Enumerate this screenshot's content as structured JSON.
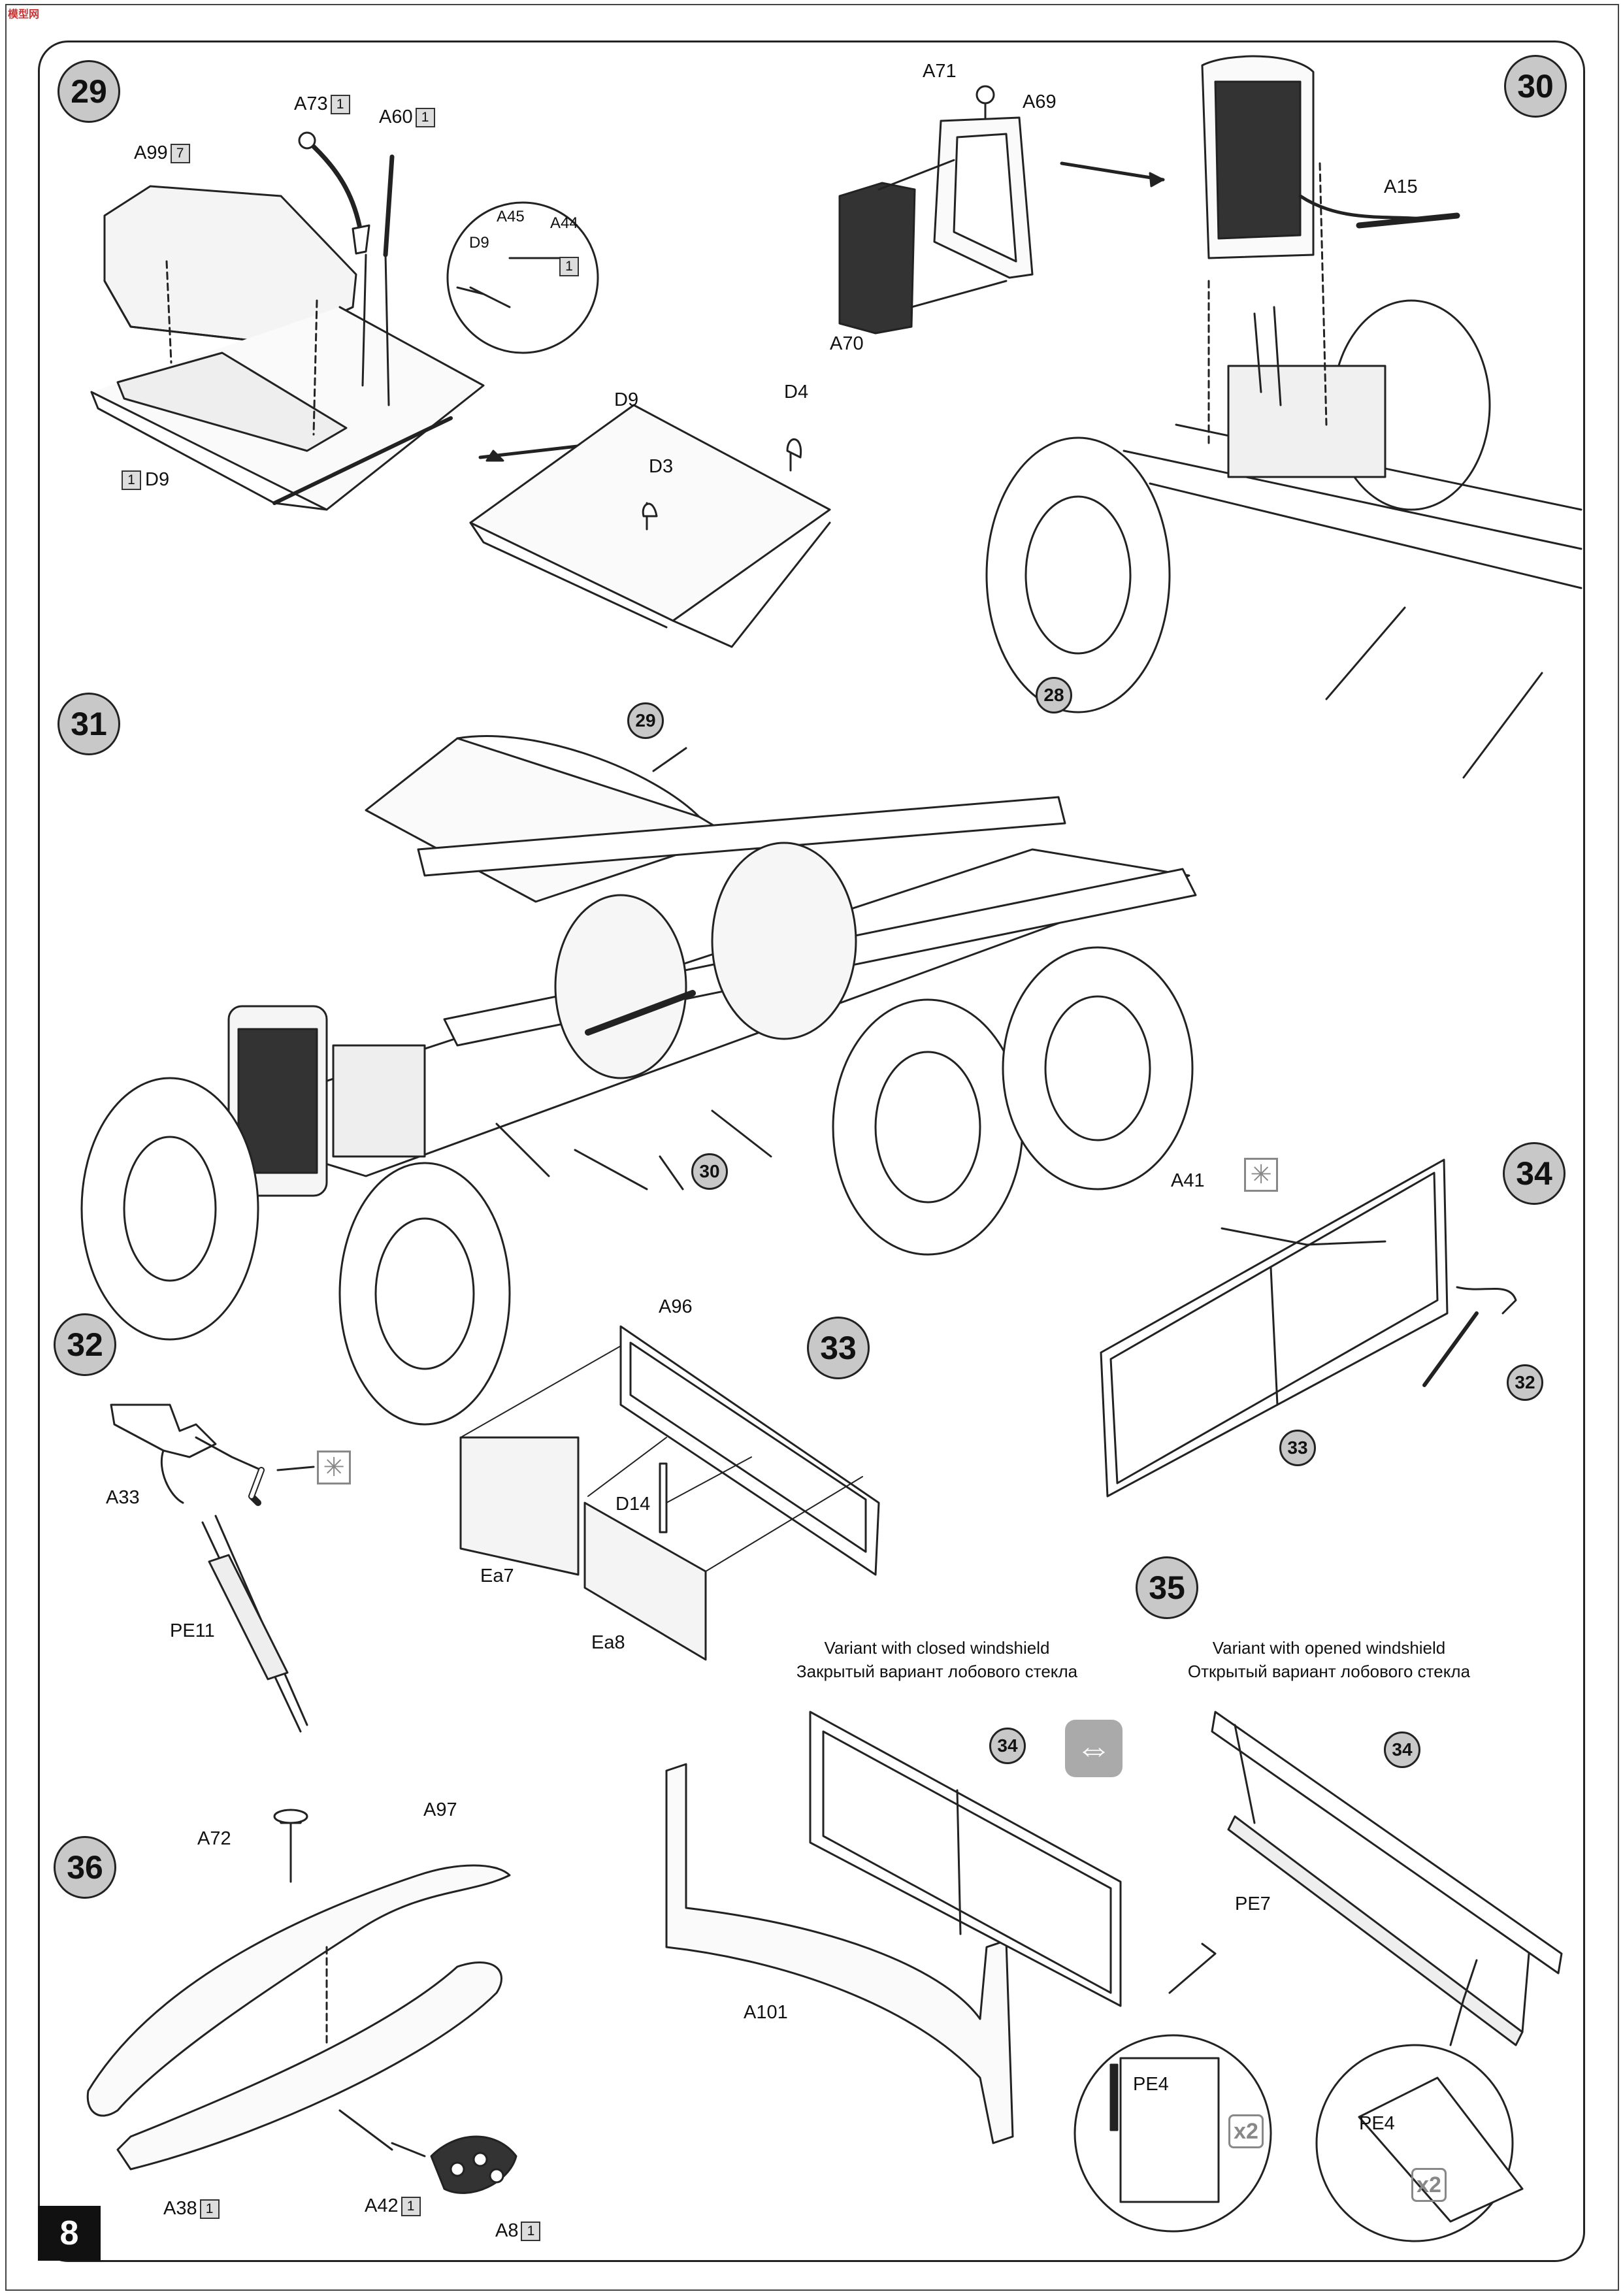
{
  "header": {
    "logo_text": "模型网"
  },
  "page_number": "8",
  "steps": {
    "s29": "29",
    "s30": "30",
    "s31": "31",
    "s32": "32",
    "s33": "33",
    "s34": "34",
    "s35": "35",
    "s36": "36"
  },
  "step29": {
    "a73": "A73",
    "a73_qty": "1",
    "a60": "A60",
    "a60_qty": "1",
    "a99": "A99",
    "a99_qty": "7",
    "a45": "A45",
    "a44": "A44",
    "d9_detail": "D9",
    "detail_qty": "1",
    "d9_bottom_qty": "1",
    "d9_bottom": "D9",
    "d9_panel": "D9",
    "d4": "D4",
    "d3": "D3"
  },
  "step30": {
    "a71": "A71",
    "a69": "A69",
    "a70": "A70",
    "a15": "A15",
    "ref28": "28"
  },
  "step31": {
    "ref29": "29",
    "ref30": "30"
  },
  "step32": {
    "a33": "A33",
    "pe11": "PE11"
  },
  "step33": {
    "a96": "A96",
    "d14": "D14",
    "ea7": "Ea7",
    "ea8": "Ea8"
  },
  "step34": {
    "a41": "A41",
    "ref32": "32",
    "ref33": "33"
  },
  "step35": {
    "closed_en": "Variant with closed windshield",
    "closed_ru": "Закрытый вариант лобового стекла",
    "opened_en": "Variant with opened windshield",
    "opened_ru": "Открытый вариант лобового стекла",
    "ref34a": "34",
    "ref34b": "34",
    "a101": "A101",
    "pe7": "PE7",
    "pe4a": "PE4",
    "pe4b": "PE4",
    "x2a": "x2",
    "x2b": "x2"
  },
  "step36": {
    "a72": "A72",
    "a97": "A97",
    "a38": "A38",
    "a38_qty": "1",
    "a42": "A42",
    "a42_qty": "1",
    "a8": "A8",
    "a8_qty": "1"
  }
}
